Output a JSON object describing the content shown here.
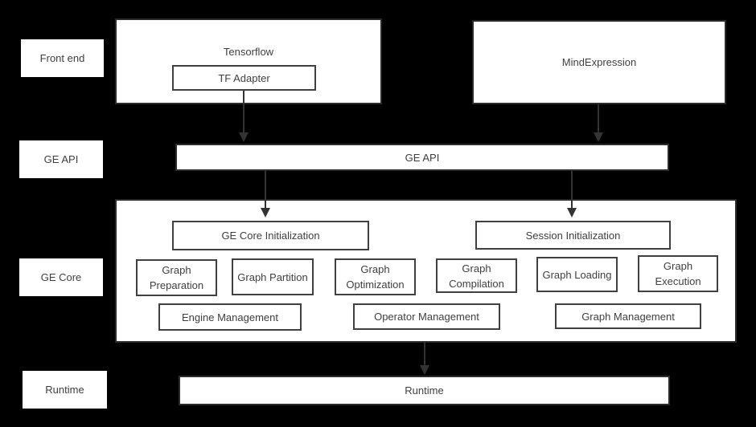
{
  "colors": {
    "background": "#000000",
    "box_fill": "#ffffff",
    "outer_border": "#2b2b2b",
    "inner_border": "#404040",
    "text": "#3f3f3f",
    "arrow": "#333333"
  },
  "side_labels": [
    {
      "label": "Front end"
    },
    {
      "label": "GE API"
    },
    {
      "label": "GE Core"
    },
    {
      "label": "Runtime"
    }
  ],
  "front_end": {
    "tensorflow": {
      "title": "Tensorflow",
      "adapter": "TF Adapter"
    },
    "mind_expression": {
      "title": "MindExpression"
    }
  },
  "ge_api": {
    "title": "GE API"
  },
  "ge_core": {
    "init": [
      "GE Core Initialization",
      "Session Initialization"
    ],
    "stages": [
      "Graph Preparation",
      "Graph Partition",
      "Graph Optimization",
      "Graph Compilation",
      "Graph Loading",
      "Graph Execution"
    ],
    "management": [
      "Engine Management",
      "Operator Management",
      "Graph Management"
    ]
  },
  "runtime": {
    "title": "Runtime"
  }
}
